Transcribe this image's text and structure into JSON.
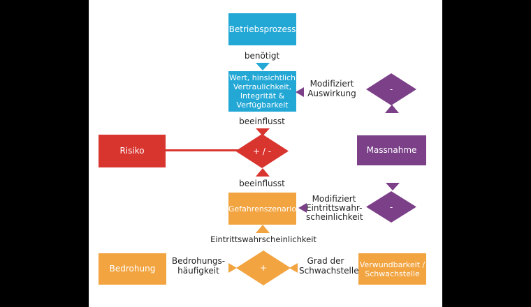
{
  "colors": {
    "blue": "#23A8D6",
    "red": "#D8352F",
    "orange": "#F2A440",
    "purple": "#7B4088",
    "ink": "#222222"
  },
  "nodes": {
    "betriebsprozess": {
      "label": "Betriebsprozess"
    },
    "wert": {
      "lines": [
        "Wert, hinsichtlich",
        "Vertraulichkeit,",
        "Integrität &",
        "Verfügbarkeit"
      ]
    },
    "risiko": {
      "label": "Risiko"
    },
    "massnahme": {
      "label": "Massnahme"
    },
    "gefahrenszenario": {
      "label": "Gefahrenszenario"
    },
    "bedrohung": {
      "label": "Bedrohung"
    },
    "verwundbarkeit": {
      "lines": [
        "Verwundbarkeit /",
        "Schwachstelle"
      ]
    }
  },
  "operators": {
    "impact_modifier": "-",
    "risk_combiner": "+ / -",
    "likelihood_modifier": "-",
    "likelihood_combiner": "+"
  },
  "edge_labels": {
    "benoetigt": "benötigt",
    "beeinflusst_top": "beeinflusst",
    "beeinflusst_bottom": "beeinflusst",
    "modifiziert_auswirkung": [
      "Modifiziert",
      "Auswirkung"
    ],
    "modifiziert_eintritt": [
      "Modifiziert",
      "Eintrittswahr-",
      "scheinlichkeit"
    ],
    "eintrittswahrscheinlichkeit": "Eintrittswahrscheinlichkeit",
    "bedrohungshaeufigkeit": [
      "Bedrohungs-",
      "häufigkeit"
    ],
    "grad_schwachstelle": [
      "Grad der",
      "Schwachstelle"
    ]
  }
}
